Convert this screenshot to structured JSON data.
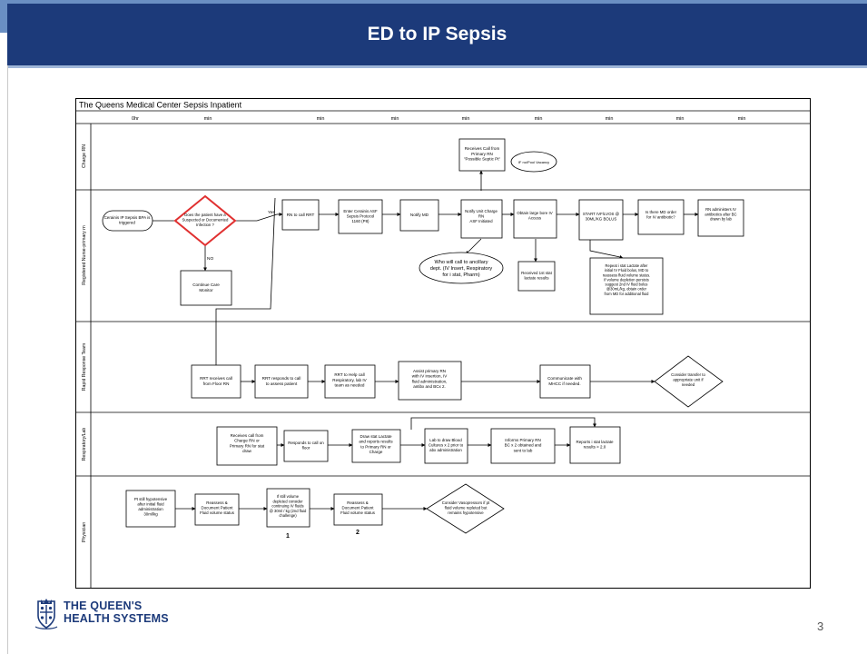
{
  "slide": {
    "title": "ED to IP Sepsis",
    "page_number": "3",
    "logo_line1": "THE QUEEN'S",
    "logo_line2": "HEALTH SYSTEMS"
  },
  "diagram": {
    "header": "The Queens Medical Center Sepsis Inpatient",
    "time_labels": [
      "0hr",
      "min",
      "min",
      "min",
      "min",
      "min",
      "min",
      "min",
      "min"
    ],
    "lanes": [
      "Charge RN",
      "Registered Nurse-primary rn",
      "Rapid Response Team",
      "Respiratory/Lab",
      "Physician"
    ],
    "nodes": {
      "charge_receives": [
        "Receives Call from",
        "Primary RN",
        "\"Possible Septic Pt\""
      ],
      "if_no_vacancy": [
        "IF no/Pool Vacancy"
      ],
      "trigger": [
        "Cerainis IP Sepsis BPA is",
        "triggered"
      ],
      "decision": [
        "Does the patient have a",
        "Suspected or Documented",
        "Infection ?"
      ],
      "yes": "Yes",
      "no": "NO",
      "continue": [
        "Continue Care",
        "Monitor"
      ],
      "rn_call_rrt": [
        "RN to call RRT"
      ],
      "enter_asf": [
        "Enter Cerainis ASF",
        "Sepsis Protocol",
        "1160 (P8)"
      ],
      "notify_md": [
        "Notify MD"
      ],
      "notify_charge": [
        "Notify Unit Charge",
        "RN",
        "ASF Initiated"
      ],
      "large_bore": [
        "Obtain large bore IV",
        "Access"
      ],
      "start_ivf": [
        "START IVF/LVOS @",
        "30ML/KG BOLUS"
      ],
      "is_md_order": [
        "Is there MD order",
        "for IV antibiotic?"
      ],
      "rn_antibiotics": [
        "RN administers IV",
        "antibiotics after BC",
        "drawn by lab"
      ],
      "ancillary": [
        "Who will call to ancillary",
        "dept. (IV Insert, Respiratory",
        "for i stat, Pharm)"
      ],
      "lactate_received": [
        "Received 1st stat",
        "lactate results"
      ],
      "repeat_lactate": [
        "Repeat i stat Lactate after",
        "initial IV Fluid bolus, MD to",
        "reassess fluid volume status.",
        "If volume depletion persists",
        "suggest 2nd IV fluid bolus",
        "@30mL/kg, obtain order",
        "from MD for additional fluid"
      ],
      "rrt_receives": [
        "RRT receives call",
        "from Floor RN"
      ],
      "rrt_responds": [
        "RRT responds to call",
        "to assess patient"
      ],
      "rrt_help": [
        "RRT to Help call",
        "Respiratory, lab IV",
        "team as needed"
      ],
      "assist_rn": [
        "Assist primary RN",
        "with IV insertion, IV",
        "fluid administration,",
        "antibx and BCx 2."
      ],
      "communicate": [
        "Communicate with",
        "MHCC if needed."
      ],
      "consider_transfer": [
        "Consider transfer to",
        "appropriate unit if",
        "needed"
      ],
      "resp_receives": [
        "Receives call from",
        "Charge RN or",
        "Primary RN for stat",
        "draw"
      ],
      "responds_floor": [
        "Responds to call on",
        "floor"
      ],
      "draw_lactate": [
        "Draw stat Lactate",
        "and reports results",
        "to Primary RN or",
        "Charge"
      ],
      "lab_blood": [
        "Lab to draw Blood",
        "Cultures x 2 prior to",
        "abx administration"
      ],
      "informs_rn": [
        "Informs Primary RN",
        "BC x 2 obtained and",
        "sent to lab"
      ],
      "reports_lactate": [
        "Reports i stat lactate",
        "results > 2.0"
      ],
      "pt_hypotensive": [
        "Pt still hypotensive",
        "after initial fluid",
        "administration",
        "30ml/kg"
      ],
      "reassess1": [
        "Reassess &",
        "Document Patient",
        "Fluid volume status"
      ],
      "if_still": [
        "If still volume",
        "depleted consider",
        "continuing IV fluids",
        "@ 30ml / kg (2nd fluid",
        "challenge)"
      ],
      "reassess2": [
        "Reassess &",
        "Document Patient",
        "Fluid volume status"
      ],
      "vasopressors": [
        "Consider Vasopressors if pt",
        "fluid volume repleted but",
        "remains hypotensive"
      ],
      "step1": "1",
      "step2": "2"
    }
  },
  "colors": {
    "title_bar": "#1c3a7a",
    "top_band": "#6a8fc3",
    "decision_border": "#e03030",
    "lines": "#000000"
  }
}
